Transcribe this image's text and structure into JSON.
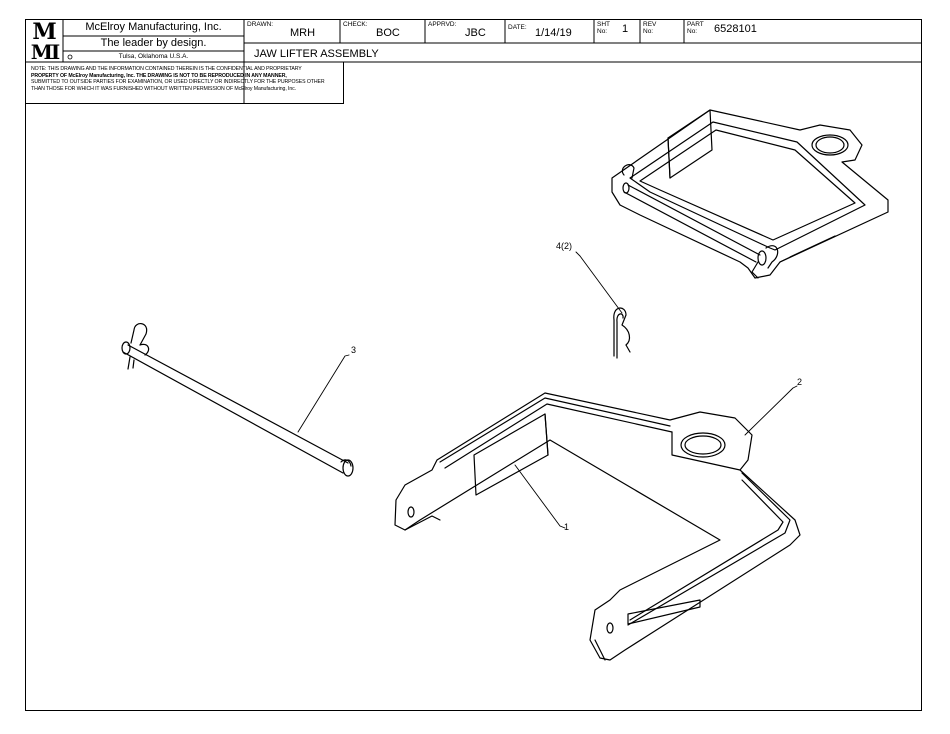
{
  "logo": {
    "top": "M",
    "bottom": "MI"
  },
  "company": {
    "name": "McElroy Manufacturing, Inc.",
    "slogan": "The leader by design.",
    "location": "Tulsa, Oklahoma U.S.A."
  },
  "titleblock": {
    "drawn_label": "DRAWN:",
    "drawn": "MRH",
    "check_label": "CHECK:",
    "check": "BOC",
    "apprvd_label": "APPRVD:",
    "apprvd": "JBC",
    "date_label": "DATE:",
    "date": "1/14/19",
    "sht_label": "SHT No:",
    "sht": "1",
    "rev_label": "REV No:",
    "rev": "",
    "part_label": "PART No:",
    "part": "6528101",
    "title": "JAW LIFTER ASSEMBLY"
  },
  "note": {
    "line1": "NOTE: THIS DRAWING AND THE INFORMATION CONTAINED THEREIN IS THE CONFIDENTIAL AND PROPRIETARY",
    "line2": "PROPERTY OF McElroy Manufacturing, Inc. THE DRAWING IS NOT TO BE REPRODUCED IN ANY MANNER,",
    "line3": "SUBMITTED TO OUTSIDE PARTIES FOR EXAMINATION, OR USED DIRECTLY OR INDIRECTLY FOR THE PURPOSES OTHER",
    "line4": "THAN THOSE FOR WHICH IT WAS FURNISHED WITHOUT WRITTEN PERMISSION OF McElroy Manufacturing, Inc."
  },
  "callouts": {
    "c1": "1",
    "c2": "2",
    "c3": "3",
    "c4": "4(2)"
  }
}
